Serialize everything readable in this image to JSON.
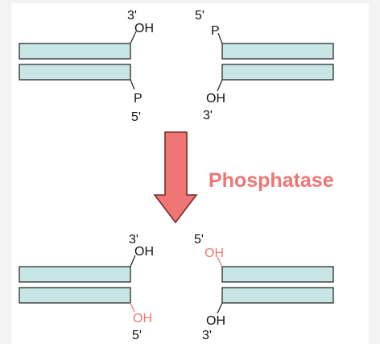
{
  "diagram": {
    "process_label": "Phosphatase",
    "colors": {
      "background": "#f3f3f3",
      "panel": "#ffffff",
      "strand_fill": "#c9e6e6",
      "strand_stroke": "#2a2a2a",
      "accent": "#f07575",
      "arrow_stroke": "#7a2a2a",
      "text": "#111111"
    },
    "before": {
      "left_top_prime": "3'",
      "left_top_group": "OH",
      "left_bottom_group": "P",
      "left_bottom_prime": "5'",
      "right_top_prime": "5'",
      "right_top_group": "P",
      "right_bottom_group": "OH",
      "right_bottom_prime": "3'"
    },
    "after": {
      "left_top_prime": "3'",
      "left_top_group": "OH",
      "left_bottom_group": "OH",
      "left_bottom_prime": "5'",
      "right_top_prime": "5'",
      "right_top_group": "OH",
      "right_bottom_group": "OH",
      "right_bottom_prime": "3'"
    }
  }
}
